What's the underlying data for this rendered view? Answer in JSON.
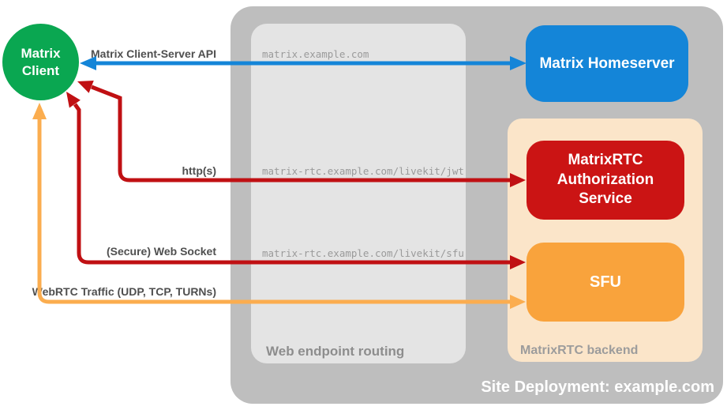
{
  "diagram_title": "Site Deployment: example.com",
  "nodes": {
    "client": {
      "label": "Matrix Client",
      "color": "#0aa751"
    },
    "homeserver": {
      "label": "Matrix Homeserver",
      "color": "#1485d8"
    },
    "auth_service": {
      "label": "MatrixRTC Authorization Service",
      "color": "#cb1414"
    },
    "sfu": {
      "label": "SFU",
      "color": "#f9a33c"
    }
  },
  "containers": {
    "site": {
      "label": "Site Deployment: example.com",
      "color": "#bebebe"
    },
    "routing": {
      "label": "Web endpoint routing",
      "color": "#e4e4e4"
    },
    "backend": {
      "label": "MatrixRTC backend",
      "color": "#fbe5c9"
    }
  },
  "routes": [
    {
      "url": "matrix.example.com"
    },
    {
      "url": "matrix-rtc.example.com/livekit/jwt"
    },
    {
      "url": "matrix-rtc.example.com/livekit/sfu"
    }
  ],
  "arrows": [
    {
      "label": "Matrix Client-Server API",
      "color": "#1485d8",
      "from": "Matrix Client",
      "to": "Matrix Homeserver",
      "bidirectional": true
    },
    {
      "label": "http(s)",
      "color": "#c01013",
      "from": "Matrix Client",
      "to": "MatrixRTC Authorization Service",
      "bidirectional": true
    },
    {
      "label": "(Secure) Web Socket",
      "color": "#c01013",
      "from": "Matrix Client",
      "to": "SFU",
      "bidirectional": true
    },
    {
      "label": "WebRTC Traffic (UDP, TCP, TURNs)",
      "color": "#fbad4f",
      "from": "Matrix Client",
      "to": "SFU",
      "bidirectional": true
    }
  ]
}
